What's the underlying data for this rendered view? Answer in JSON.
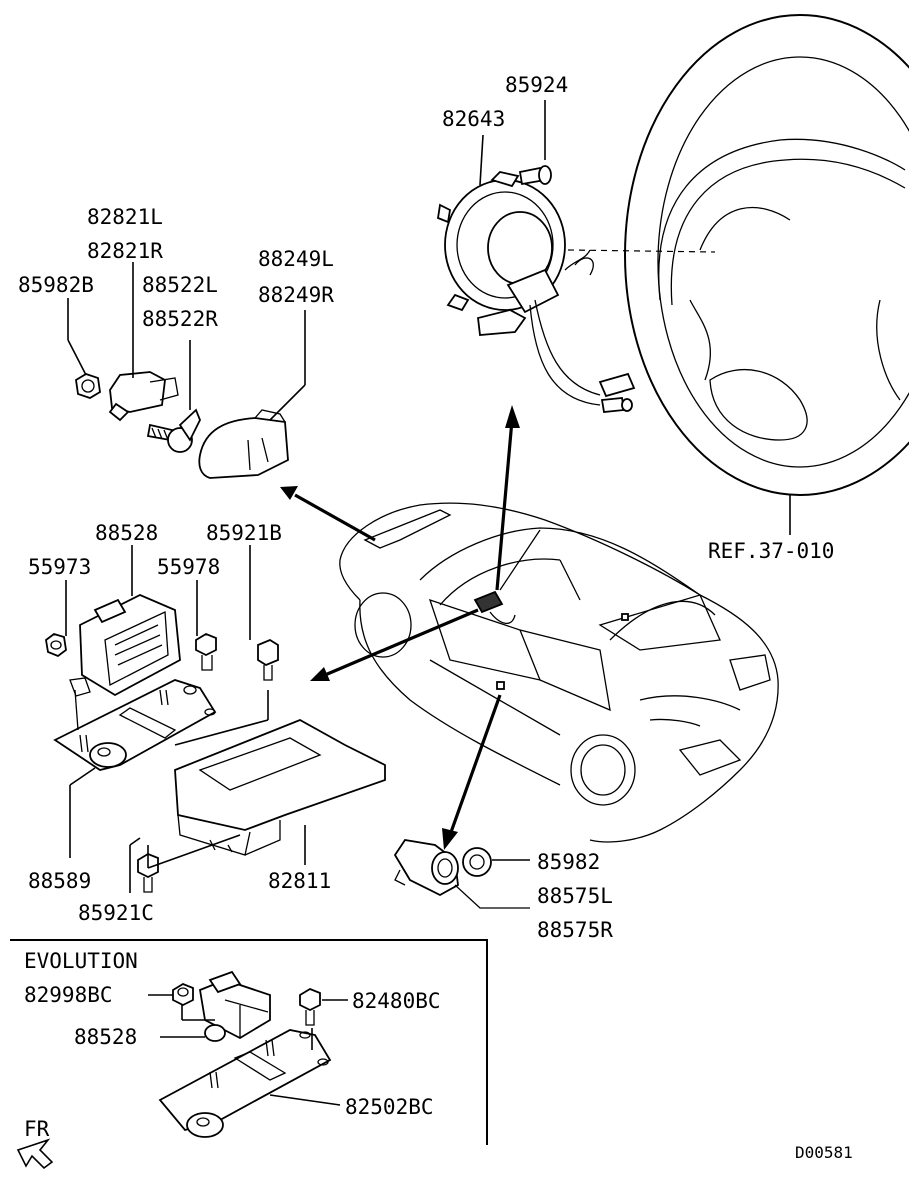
{
  "labels": {
    "p85924": "85924",
    "p82643": "82643",
    "p82821L": "82821L",
    "p82821R": "82821R",
    "p85982B": "85982B",
    "p88522L": "88522L",
    "p88522R": "88522R",
    "p88249L": "88249L",
    "p88249R": "88249R",
    "p88528": "88528",
    "p85921B": "85921B",
    "p55973": "55973",
    "p55978": "55978",
    "ref": "REF.37-010",
    "p88589": "88589",
    "p82811": "82811",
    "p85921C": "85921C",
    "p85982": "85982",
    "p88575L": "88575L",
    "p88575R": "88575R",
    "evolution": "EVOLUTION",
    "p82998BC": "82998BC",
    "p82480BC": "82480BC",
    "p88528e": "88528",
    "p82502BC": "82502BC",
    "fr": "FR",
    "code": "D00581"
  }
}
